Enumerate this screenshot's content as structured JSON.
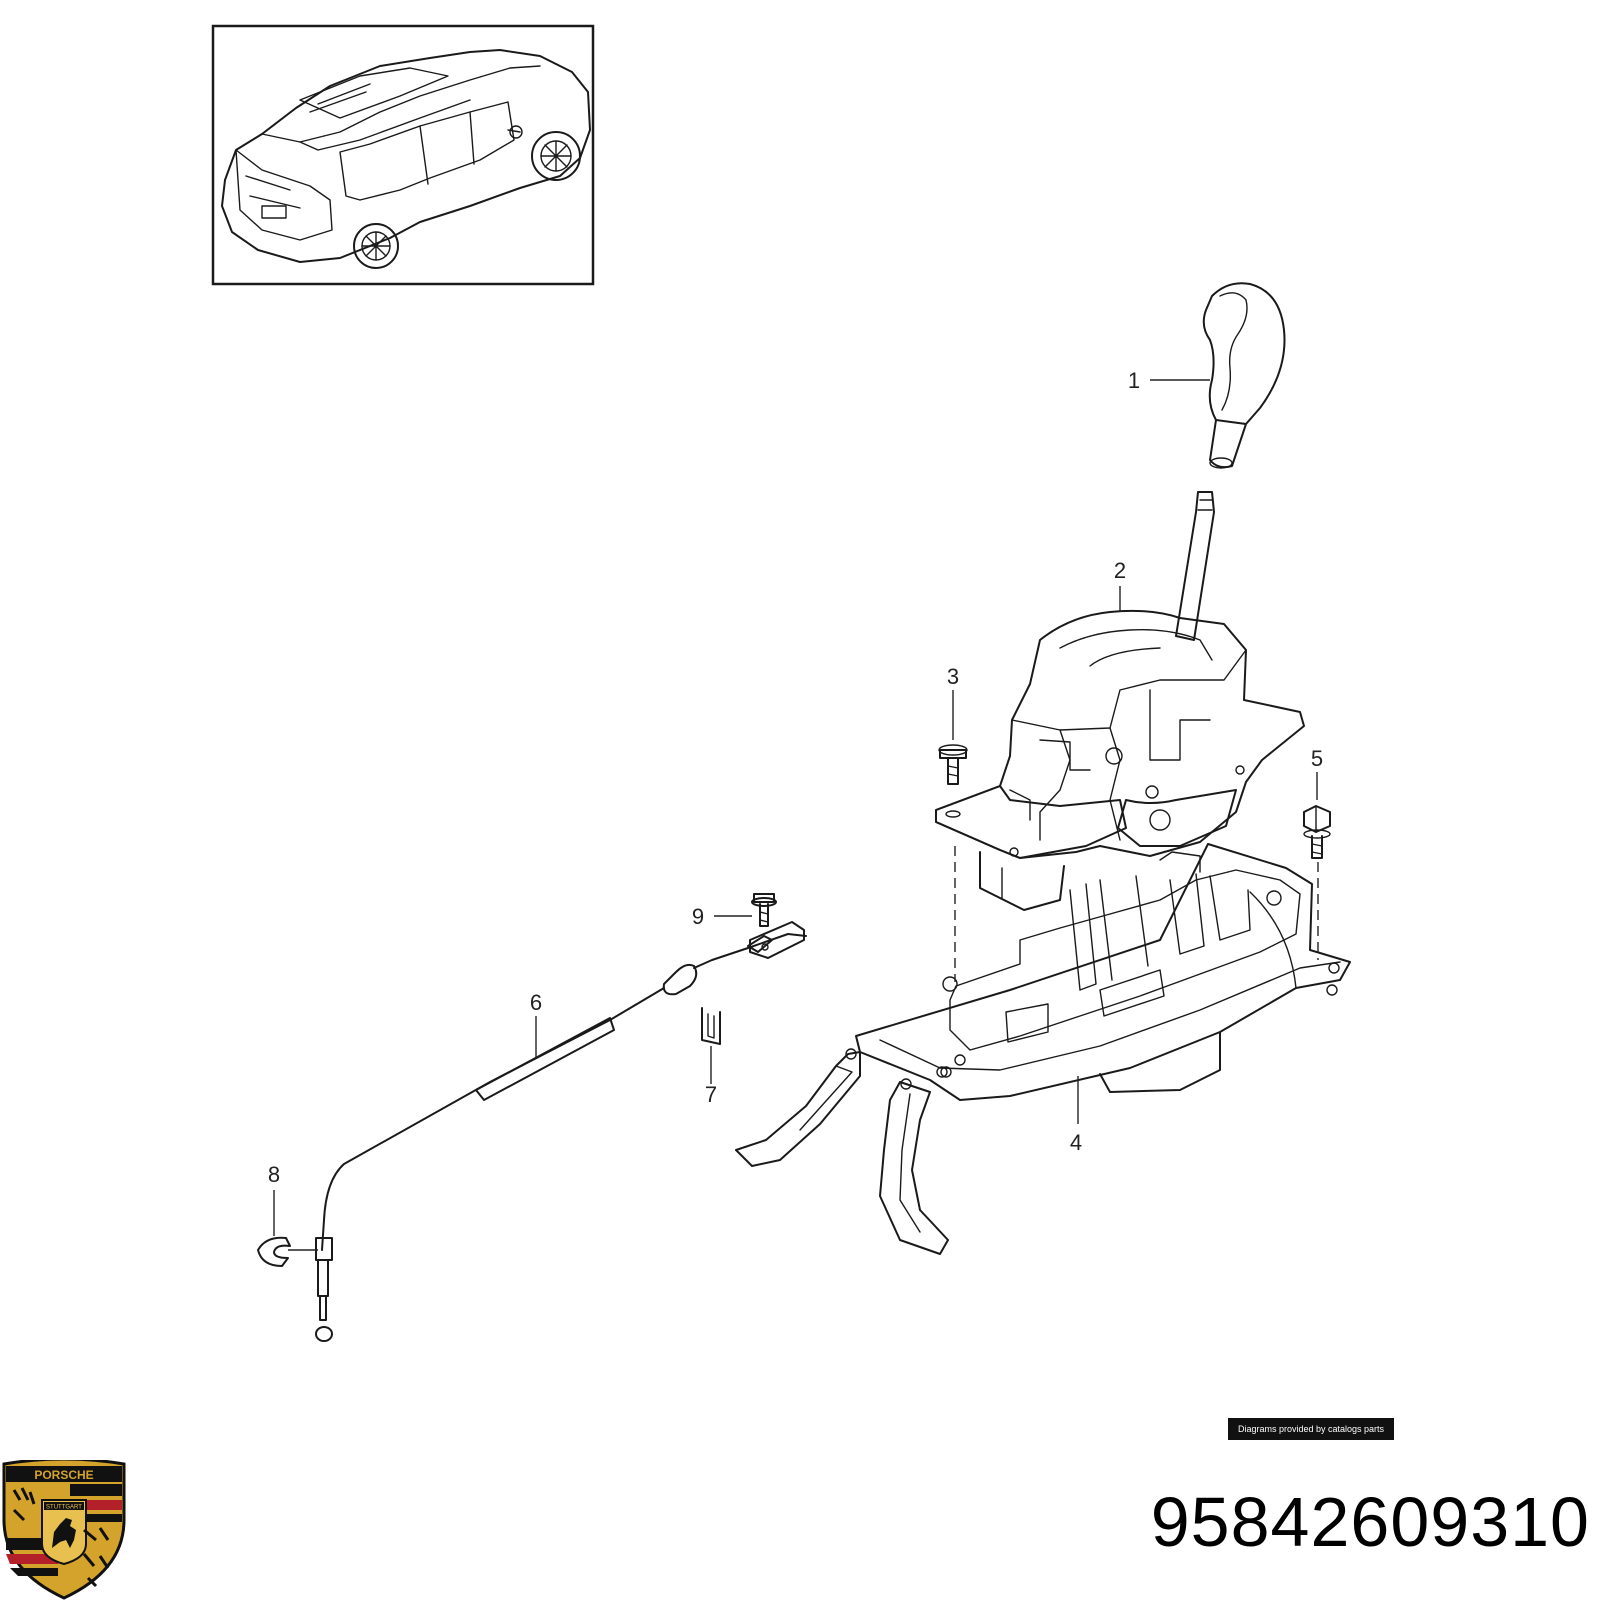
{
  "callouts": [
    {
      "id": "1",
      "label": "1"
    },
    {
      "id": "2",
      "label": "2"
    },
    {
      "id": "3",
      "label": "3"
    },
    {
      "id": "4",
      "label": "4"
    },
    {
      "id": "5",
      "label": "5"
    },
    {
      "id": "6",
      "label": "6"
    },
    {
      "id": "7",
      "label": "7"
    },
    {
      "id": "8",
      "label": "8"
    },
    {
      "id": "9",
      "label": "9"
    }
  ],
  "credit": "Diagrams provided by catalogs parts",
  "part_number": "95842609310",
  "logo": {
    "brand_text": "PORSCHE",
    "city_text": "STUTTGART",
    "colors": {
      "gold": "#d4a32c",
      "red": "#b3202a",
      "black": "#111111"
    }
  }
}
